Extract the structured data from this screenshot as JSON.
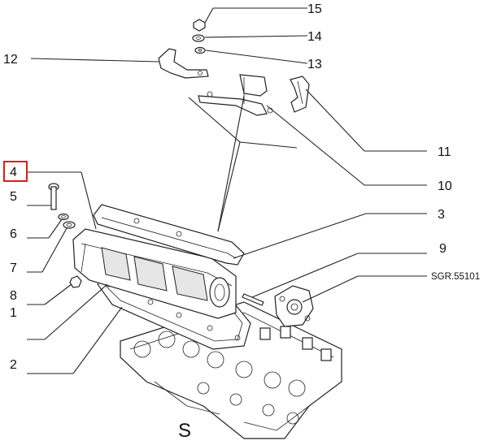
{
  "callouts": {
    "c15": "15",
    "c14": "14",
    "c13": "13",
    "c12": "12",
    "c11": "11",
    "c10": "10",
    "c4": "4",
    "c3": "3",
    "c5": "5",
    "c6": "6",
    "c7": "7",
    "c8": "8",
    "c9": "9",
    "c1": "1",
    "c2": "2",
    "code": "SGR.55101"
  },
  "bottom_letter": "S",
  "highlight_color": "#e01b1b"
}
